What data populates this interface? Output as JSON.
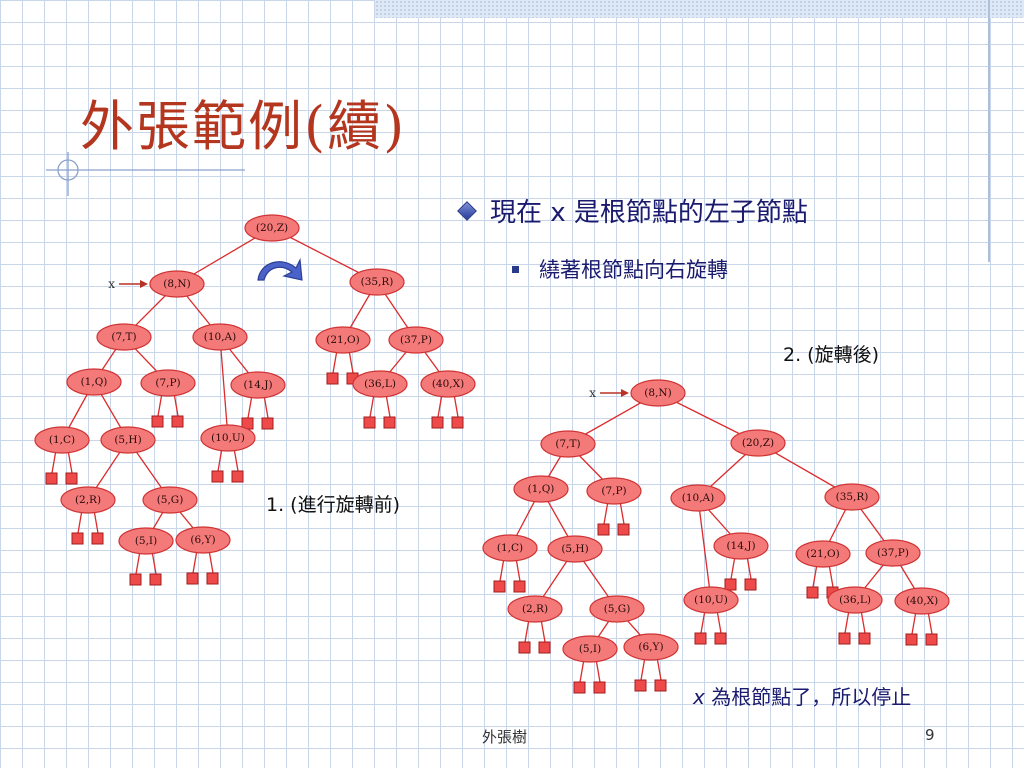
{
  "slide": {
    "title": "外張範例(續)",
    "bullets": [
      {
        "icon": "diamond-bullet",
        "text": "現在 x 是根節點的左子節點"
      },
      {
        "icon": "square-bullet",
        "text": "繞著根節點向右旋轉"
      }
    ],
    "caption_before": "1. (進行旋轉前)",
    "caption_after": "2. (旋轉後)",
    "conclusion": {
      "var": "x",
      "text": " 為根節點了，所以停止"
    },
    "footer": {
      "center": "外張樹",
      "page": "9"
    }
  },
  "trees": {
    "before": {
      "marker": "x",
      "nodes": [
        {
          "id": "20Z",
          "label": "(20,Z)"
        },
        {
          "id": "8N",
          "label": "(8,N)"
        },
        {
          "id": "35R",
          "label": "(35,R)"
        },
        {
          "id": "7T",
          "label": "(7,T)"
        },
        {
          "id": "10A",
          "label": "(10,A)"
        },
        {
          "id": "21O",
          "label": "(21,O)"
        },
        {
          "id": "37P",
          "label": "(37,P)"
        },
        {
          "id": "1Q",
          "label": "(1,Q)"
        },
        {
          "id": "7P",
          "label": "(7,P)"
        },
        {
          "id": "14J",
          "label": "(14,J)"
        },
        {
          "id": "36L",
          "label": "(36,L)"
        },
        {
          "id": "40X",
          "label": "(40,X)"
        },
        {
          "id": "1C",
          "label": "(1,C)"
        },
        {
          "id": "5H",
          "label": "(5,H)"
        },
        {
          "id": "10U",
          "label": "(10,U)"
        },
        {
          "id": "2R",
          "label": "(2,R)"
        },
        {
          "id": "5G",
          "label": "(5,G)"
        },
        {
          "id": "5I",
          "label": "(5,I)"
        },
        {
          "id": "6Y",
          "label": "(6,Y)"
        }
      ]
    },
    "after": {
      "marker": "x",
      "nodes": [
        {
          "id": "8N",
          "label": "(8,N)"
        },
        {
          "id": "7T",
          "label": "(7,T)"
        },
        {
          "id": "20Z",
          "label": "(20,Z)"
        },
        {
          "id": "1Q",
          "label": "(1,Q)"
        },
        {
          "id": "7P",
          "label": "(7,P)"
        },
        {
          "id": "10A",
          "label": "(10,A)"
        },
        {
          "id": "35R",
          "label": "(35,R)"
        },
        {
          "id": "1C",
          "label": "(1,C)"
        },
        {
          "id": "5H",
          "label": "(5,H)"
        },
        {
          "id": "14J",
          "label": "(14,J)"
        },
        {
          "id": "21O",
          "label": "(21,O)"
        },
        {
          "id": "37P",
          "label": "(37,P)"
        },
        {
          "id": "10U",
          "label": "(10,U)"
        },
        {
          "id": "36L",
          "label": "(36,L)"
        },
        {
          "id": "40X",
          "label": "(40,X)"
        },
        {
          "id": "2R",
          "label": "(2,R)"
        },
        {
          "id": "5G",
          "label": "(5,G)"
        },
        {
          "id": "5I",
          "label": "(5,I)"
        },
        {
          "id": "6Y",
          "label": "(6,Y)"
        }
      ]
    }
  }
}
